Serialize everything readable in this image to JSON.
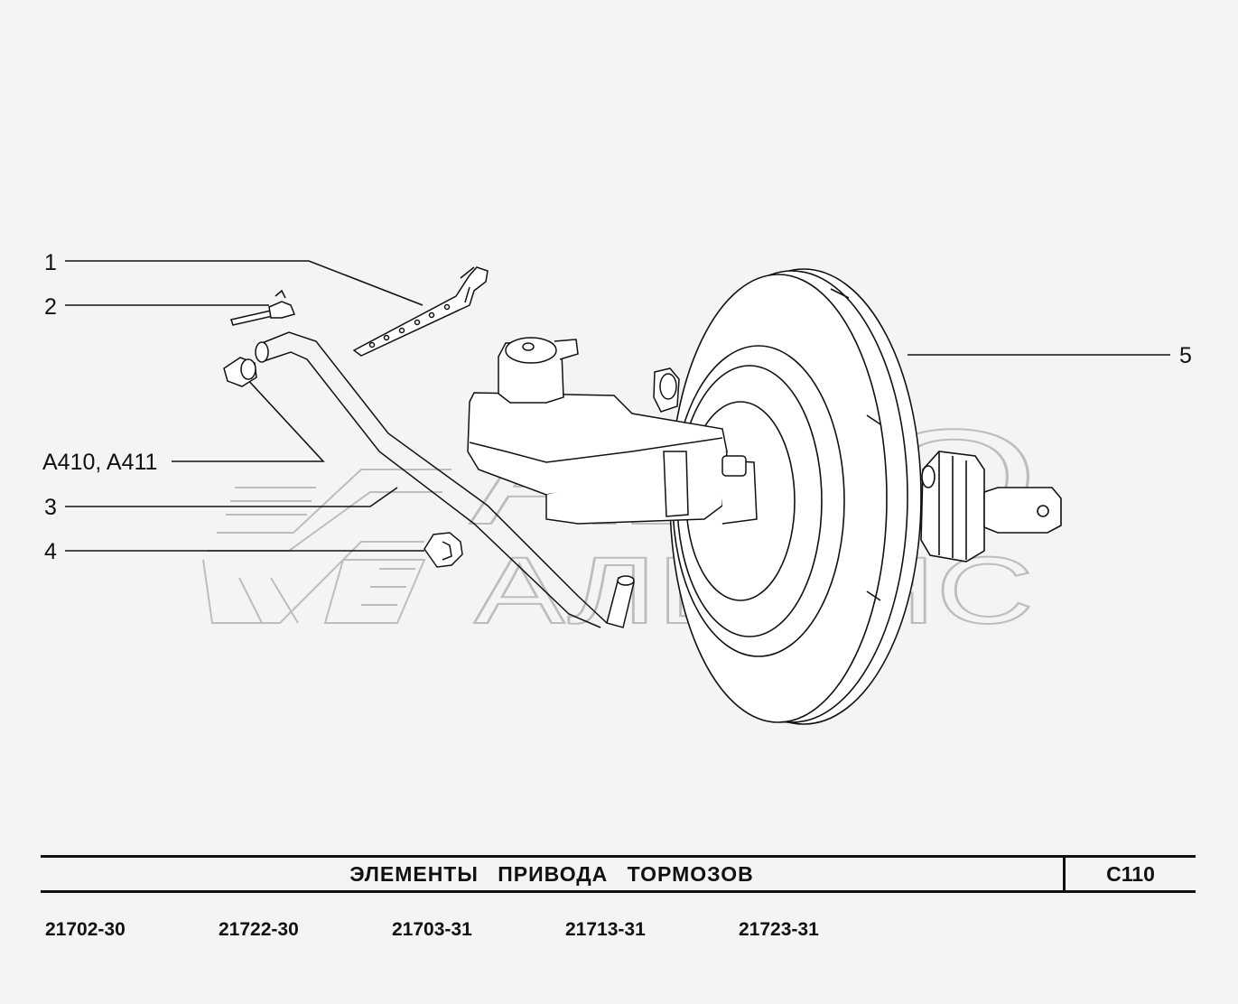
{
  "callouts": {
    "c1": "1",
    "c2": "2",
    "c_a410": "A410, A411",
    "c3": "3",
    "c4": "4",
    "c5": "5"
  },
  "title": {
    "name": "ЭЛЕМЕНТЫ   ПРИВОДА   ТОРМОЗОВ",
    "code": "C110"
  },
  "models": [
    "21702-30",
    "21722-30",
    "21703-31",
    "21713-31",
    "21723-31"
  ],
  "watermark": {
    "line1": "АВТО",
    "line2": "АЛЬЯНС"
  }
}
